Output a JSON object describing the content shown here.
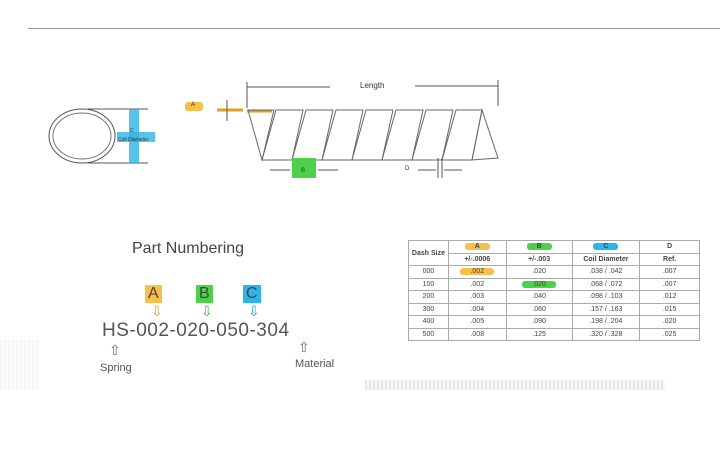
{
  "drawing": {
    "length_label": "Length",
    "a_label": "A",
    "b_label": "B",
    "c_label": "C",
    "coil_diameter_label": "Coil Diameter",
    "d_label": "D"
  },
  "part_numbering": {
    "title": "Part Numbering",
    "letters": [
      "A",
      "B",
      "C"
    ],
    "part_number": "HS-002-020-050-304",
    "spring_label": "Spring",
    "material_label": "Material"
  },
  "table": {
    "headers": [
      "Dash Size",
      "A",
      "B",
      "C",
      "D"
    ],
    "subheaders": [
      "+/-.0006",
      "+/-.003",
      "Coil Diameter",
      "Ref."
    ],
    "rows": [
      [
        "000",
        ".002",
        ".020",
        ".038 / .042",
        ".007"
      ],
      [
        "100",
        ".002",
        ".020",
        ".068 / .072",
        ".007"
      ],
      [
        "200",
        ".003",
        ".040",
        ".098 / .103",
        ".012"
      ],
      [
        "300",
        ".004",
        ".060",
        ".157 / .163",
        ".015"
      ],
      [
        "400",
        ".005",
        ".090",
        ".198 / .204",
        ".020"
      ],
      [
        "500",
        ".008",
        ".125",
        ".320 / .328",
        ".025"
      ]
    ]
  },
  "colors": {
    "a": "#f7c04a",
    "b": "#4ed04a",
    "c": "#2db4e8"
  }
}
